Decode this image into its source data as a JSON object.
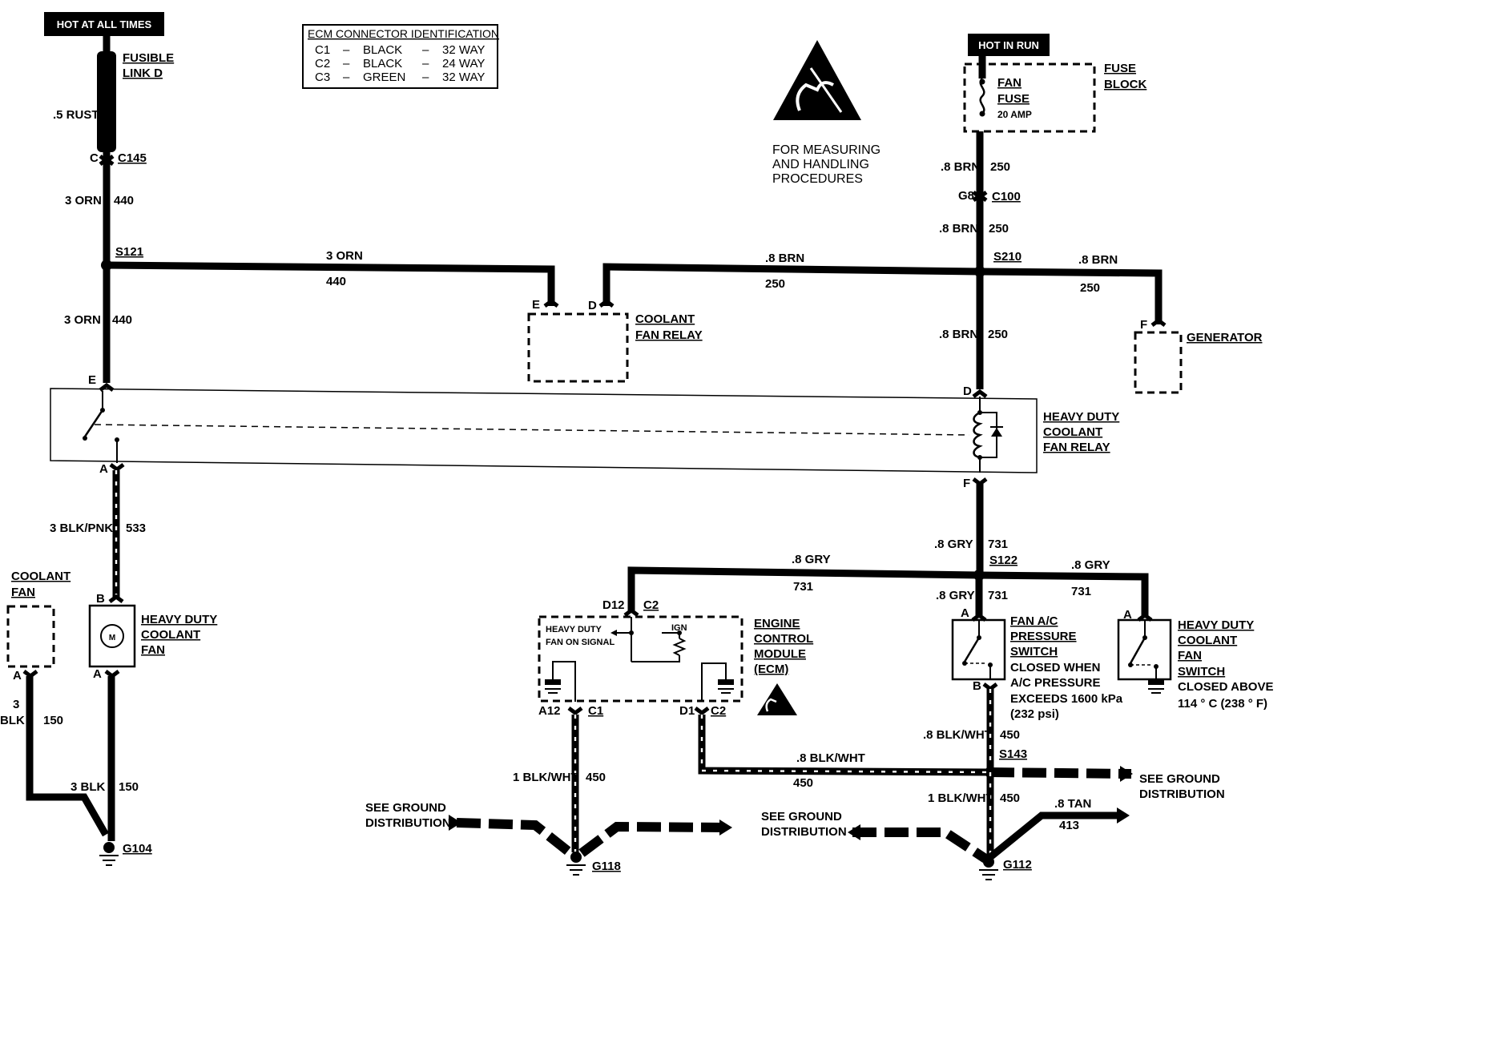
{
  "headers": {
    "hot_at_all_times": "HOT AT ALL TIMES",
    "hot_in_run": "HOT IN RUN"
  },
  "ecm_table": {
    "title": "ECM CONNECTOR IDENTIFICATION",
    "rows": [
      {
        "conn": "C1",
        "color": "BLACK",
        "ways": "32 WAY"
      },
      {
        "conn": "C2",
        "color": "BLACK",
        "ways": "24 WAY"
      },
      {
        "conn": "C3",
        "color": "GREEN",
        "ways": "32 WAY"
      }
    ],
    "dash": "–"
  },
  "esd_note": [
    "FOR MEASURING",
    "AND HANDLING",
    "PROCEDURES"
  ],
  "components": {
    "fusible_link": [
      "FUSIBLE",
      "LINK D"
    ],
    "fuse_block": [
      "FUSE",
      "BLOCK"
    ],
    "fan_fuse": [
      "FAN",
      "FUSE"
    ],
    "fan_fuse_rating": "20 AMP",
    "coolant_fan_relay": [
      "COOLANT",
      "FAN RELAY"
    ],
    "generator": "GENERATOR",
    "hd_relay": [
      "HEAVY DUTY",
      "COOLANT",
      "FAN RELAY"
    ],
    "coolant_fan": [
      "COOLANT",
      "FAN"
    ],
    "hd_fan": [
      "HEAVY DUTY",
      "COOLANT",
      "FAN"
    ],
    "motor_symbol": "M",
    "ecm": [
      "ENGINE",
      "CONTROL",
      "MODULE",
      "(ECM)"
    ],
    "ecm_signal": [
      "HEAVY DUTY",
      "FAN ON SIGNAL"
    ],
    "ecm_ign": "IGN",
    "ac_switch": [
      "FAN A/C",
      "PRESSURE",
      "SWITCH"
    ],
    "ac_switch_note": [
      "CLOSED WHEN",
      "A/C PRESSURE",
      "EXCEEDS 1600 kPa",
      "(232 psi)"
    ],
    "hd_switch": [
      "HEAVY DUTY",
      "COOLANT",
      "FAN",
      "SWITCH"
    ],
    "hd_switch_note": [
      "CLOSED ABOVE",
      "114 ° C (238 ° F)"
    ],
    "ground_dist": [
      "SEE GROUND",
      "DISTRIBUTION"
    ]
  },
  "connectors": {
    "c145": "C145",
    "c145_pin": "C",
    "c100": "C100",
    "c100_pin": "G8",
    "s121": "S121",
    "s210": "S210",
    "s122": "S122",
    "s143": "S143",
    "g104": "G104",
    "g118": "G118",
    "g112": "G112",
    "pin_e": "E",
    "pin_d": "D",
    "pin_f": "F",
    "pin_a": "A",
    "pin_b": "B",
    "d12": "D12",
    "c2": "C2",
    "a12": "A12",
    "c1": "C1",
    "d1": "D1"
  },
  "wires": {
    "rust": ".5 RUST",
    "orn": "3 ORN",
    "n440": "440",
    "brn": ".8 BRN",
    "n250": "250",
    "blk_pnk": "3 BLK/PNK",
    "n533": "533",
    "blk3a": "3",
    "blk3b": "BLK",
    "blk": "3 BLK",
    "n150": "150",
    "gry": ".8 GRY",
    "n731": "731",
    "blk_wht8": ".8 BLK/WHT",
    "blk_wht1": "1 BLK/WHT",
    "n450": "450",
    "tan": ".8 TAN",
    "n413": "413"
  }
}
